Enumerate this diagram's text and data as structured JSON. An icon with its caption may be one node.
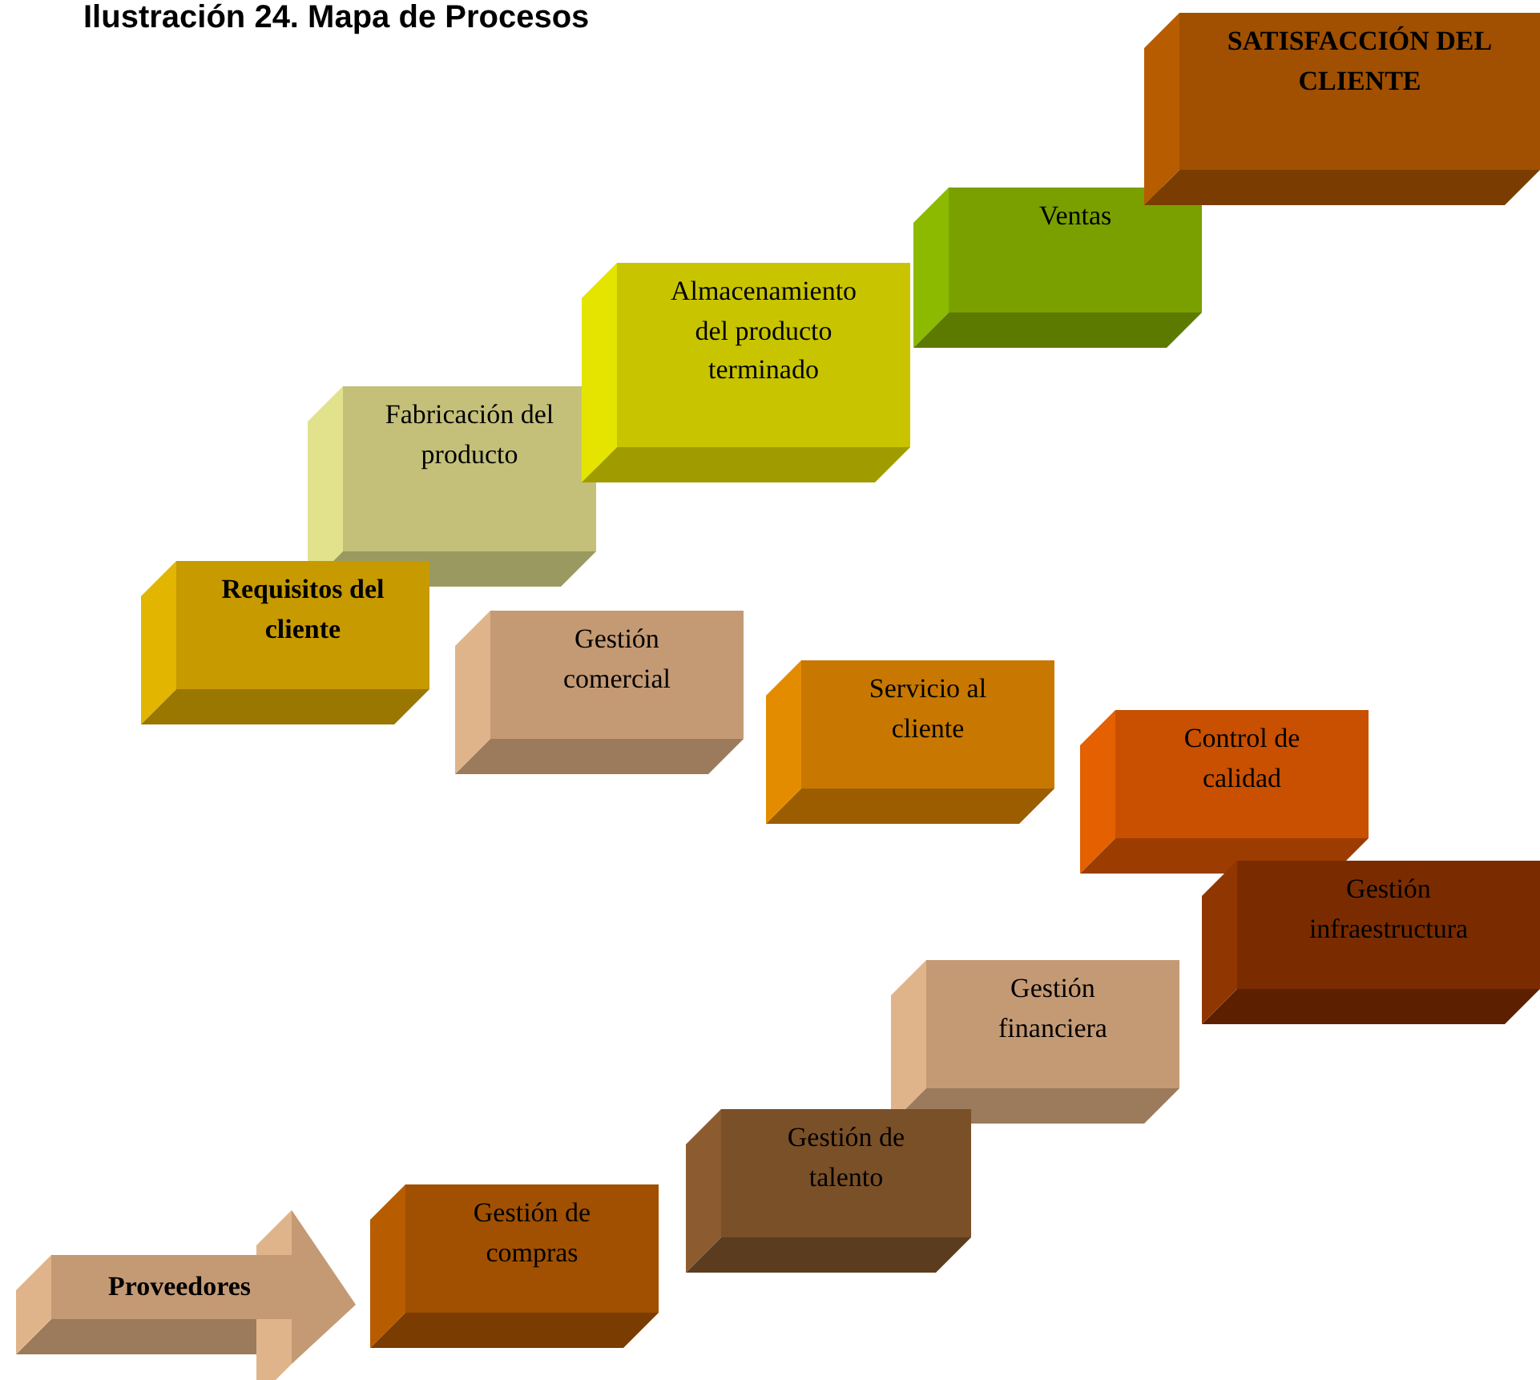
{
  "diagram": {
    "title": "Ilustración 24. Mapa de Procesos",
    "nodes": [
      {
        "text": [
          "Requisitos del cliente"
        ]
      },
      {
        "text": [
          "Fabricación del producto"
        ]
      },
      {
        "text": [
          "Almacenamiento del producto terminado"
        ]
      },
      {
        "text": [
          "Ventas"
        ]
      },
      {
        "text": [
          "SATISFACCIÓN DEL CLIENTE"
        ]
      },
      {
        "text": [
          "Gestión comercial"
        ]
      },
      {
        "text": [
          "Servicio al cliente"
        ]
      },
      {
        "text": [
          "Control de calidad"
        ]
      },
      {
        "text": [
          "Gestión infraestructura"
        ]
      },
      {
        "text": [
          "Gestión financiera"
        ]
      },
      {
        "text": [
          "Gestión de talento"
        ]
      },
      {
        "text": [
          "Gestión de compras"
        ]
      },
      {
        "text": [
          "Proveedores"
        ]
      }
    ],
    "edges": []
  }
}
